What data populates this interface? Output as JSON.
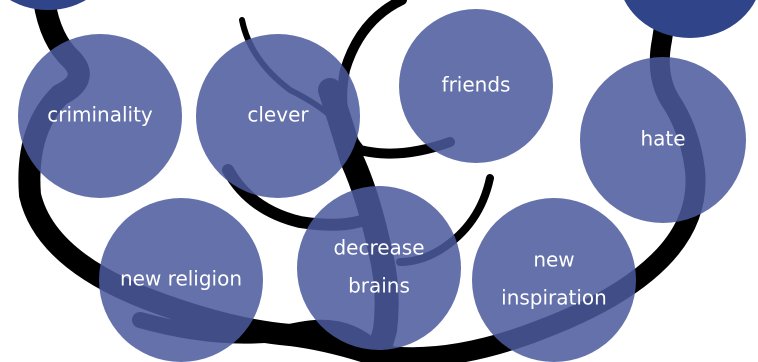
{
  "diagram": {
    "colors": {
      "node_fill": "#4b5a9c",
      "node_fill_dark": "#2f4489",
      "branch": "#000000",
      "label": "#ffffff"
    },
    "nodes": [
      {
        "id": "criminality",
        "lines": [
          "criminality"
        ]
      },
      {
        "id": "clever",
        "lines": [
          "clever"
        ]
      },
      {
        "id": "friends",
        "lines": [
          "friends"
        ]
      },
      {
        "id": "hate",
        "lines": [
          "hate"
        ]
      },
      {
        "id": "new-religion",
        "lines": [
          "new religion"
        ]
      },
      {
        "id": "decrease-brains",
        "lines": [
          "decrease",
          "brains"
        ]
      },
      {
        "id": "new-inspiration",
        "lines": [
          "new",
          "inspiration"
        ]
      }
    ]
  }
}
